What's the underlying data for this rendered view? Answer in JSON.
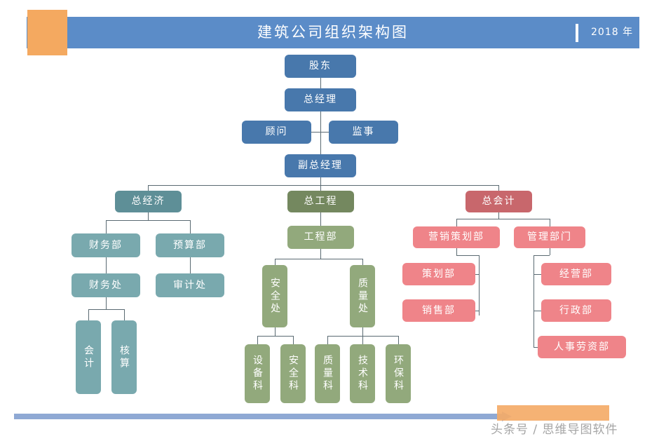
{
  "header": {
    "title": "建筑公司组织架构图",
    "year": "2018 年",
    "accent_blue": "#5b8cc8",
    "accent_orange": "#f4a960"
  },
  "footer": {
    "watermark": "头条号 / 思维导图软件",
    "bar_color": "#8fa9d4",
    "badge_color": "#f4ab68"
  },
  "chart_data": {
    "type": "diagram",
    "title": "建筑公司组织架构图",
    "subtitle": "2018 年",
    "palette": {
      "blue": "#4878ac",
      "teal_dark": "#5e8f97",
      "teal": "#79a9ae",
      "green_dark": "#74885f",
      "green": "#92a97c",
      "red_dark": "#c8676c",
      "red": "#ef8489",
      "connector": "#5a6a72"
    },
    "nodes": {
      "shareholder": "股东",
      "general_manager": "总经理",
      "advisor": "顾问",
      "supervisor": "监事",
      "deputy_gm": "副总经理",
      "chief_economist": "总经济",
      "finance_dept": "财务部",
      "budget_dept": "预算部",
      "finance_office": "财务处",
      "audit_office": "审计处",
      "accounting": "会计",
      "reckoning": "核算",
      "chief_engineer": "总工程",
      "engineering_dept": "工程部",
      "safety_office": "安全处",
      "quality_office": "质量处",
      "equipment_section": "设备科",
      "safety_section": "安全科",
      "quality_section": "质量科",
      "technical_section": "技术科",
      "environment_section": "环保科",
      "chief_accountant": "总会计",
      "marketing_planning_dept": "营销策划部",
      "management_dept": "管理部门",
      "planning_dept": "策划部",
      "sales_dept": "销售部",
      "operations_dept": "经营部",
      "administration_dept": "行政部",
      "hr_payroll_dept": "人事劳资部"
    }
  }
}
